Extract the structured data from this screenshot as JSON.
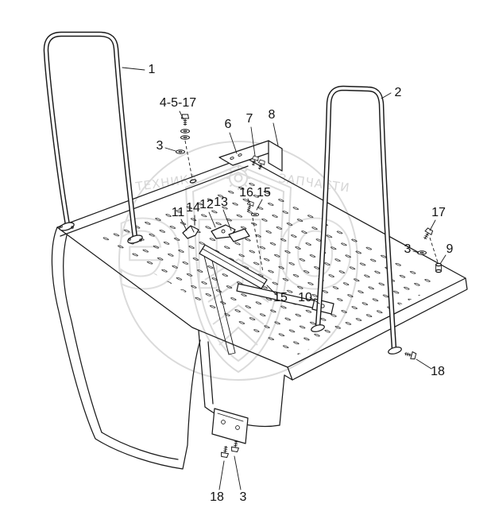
{
  "figure": {
    "kind": "exploded-parts-line-drawing"
  },
  "callouts": [
    {
      "id": "c1",
      "label": "1"
    },
    {
      "id": "c2",
      "label": "2"
    },
    {
      "id": "c3",
      "label": "4-5-17"
    },
    {
      "id": "c4",
      "label": "3"
    },
    {
      "id": "c5",
      "label": "6"
    },
    {
      "id": "c6",
      "label": "7"
    },
    {
      "id": "c7",
      "label": "8"
    },
    {
      "id": "c8",
      "label": "16"
    },
    {
      "id": "c9",
      "label": "15"
    },
    {
      "id": "c10",
      "label": "11"
    },
    {
      "id": "c11",
      "label": "14"
    },
    {
      "id": "c12",
      "label": "12"
    },
    {
      "id": "c13",
      "label": "13"
    },
    {
      "id": "c14",
      "label": "17"
    },
    {
      "id": "c15",
      "label": "3"
    },
    {
      "id": "c16",
      "label": "9"
    },
    {
      "id": "c17",
      "label": "15"
    },
    {
      "id": "c18",
      "label": "10"
    },
    {
      "id": "c19",
      "label": "18"
    },
    {
      "id": "c20",
      "label": "18"
    },
    {
      "id": "c21",
      "label": "3"
    }
  ],
  "watermark": {
    "arc_text_left": "ТЕХНИКА",
    "arc_text_right": "ЗАПЧАСТИ",
    "big_letters": "ЭПО"
  },
  "colors": {
    "line": "#1a1a1a",
    "watermark": "#bdbdbd",
    "background": "#ffffff"
  }
}
